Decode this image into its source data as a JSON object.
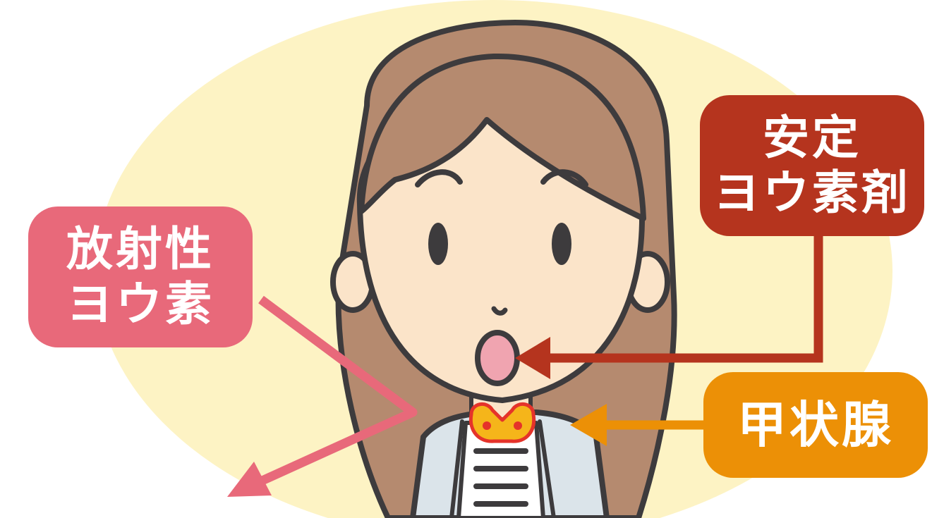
{
  "labels": {
    "stable_iodine": {
      "line1": "安定",
      "line2": "ヨウ素剤"
    },
    "radioactive_iodine": {
      "line1": "放射性",
      "line2": "ヨウ素"
    },
    "thyroid": {
      "text": "甲状腺"
    }
  },
  "colors": {
    "background_ellipse": "#fdf3c4",
    "hair": "#b58a6f",
    "skin": "#fbe4c9",
    "outline": "#3d3b3d",
    "mouth": "#f0a4b0",
    "thyroid_gland": "#f5b51a",
    "thyroid_dots": "#e5332a",
    "jacket": "#dbe4ea",
    "stable_iodine_box": "#b5341e",
    "radioactive_iodine_box": "#e8697a",
    "thyroid_box": "#ec9006"
  },
  "icons": {
    "figure": "woman-face-illustration",
    "stable_arrow": "arrow-left-icon",
    "thyroid_arrow": "arrow-left-icon",
    "radioactive_arrow": "arrow-down-left-icon"
  }
}
